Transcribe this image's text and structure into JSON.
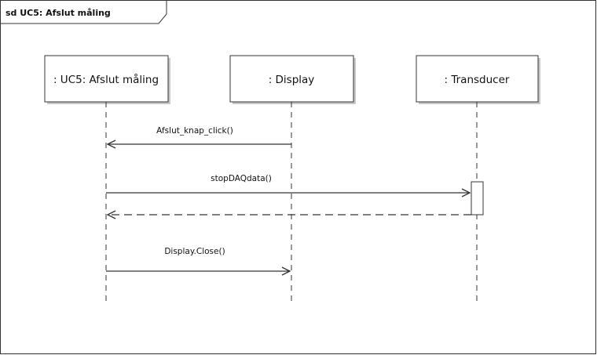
{
  "diagram": {
    "type": "sequence",
    "frame_title": "sd UC5: Afslut måling",
    "lifelines": [
      {
        "id": "uc5",
        "label": ": UC5: Afslut måling"
      },
      {
        "id": "display",
        "label": ": Display"
      },
      {
        "id": "transducer",
        "label": ": Transducer"
      }
    ],
    "messages": [
      {
        "label": "Afslut_knap_click()",
        "from": "display",
        "to": "uc5",
        "kind": "sync"
      },
      {
        "label": "stopDAQdata()",
        "from": "uc5",
        "to": "transducer",
        "kind": "sync"
      },
      {
        "label": "",
        "from": "transducer",
        "to": "uc5",
        "kind": "return"
      },
      {
        "label": "Display.Close()",
        "from": "uc5",
        "to": "display",
        "kind": "sync"
      }
    ],
    "activations": [
      {
        "lifeline": "transducer"
      }
    ]
  },
  "colors": {
    "line": "#333333",
    "box_fill": "#ffffff",
    "box_shadow": "#c8c8c8",
    "text": "#111111"
  }
}
